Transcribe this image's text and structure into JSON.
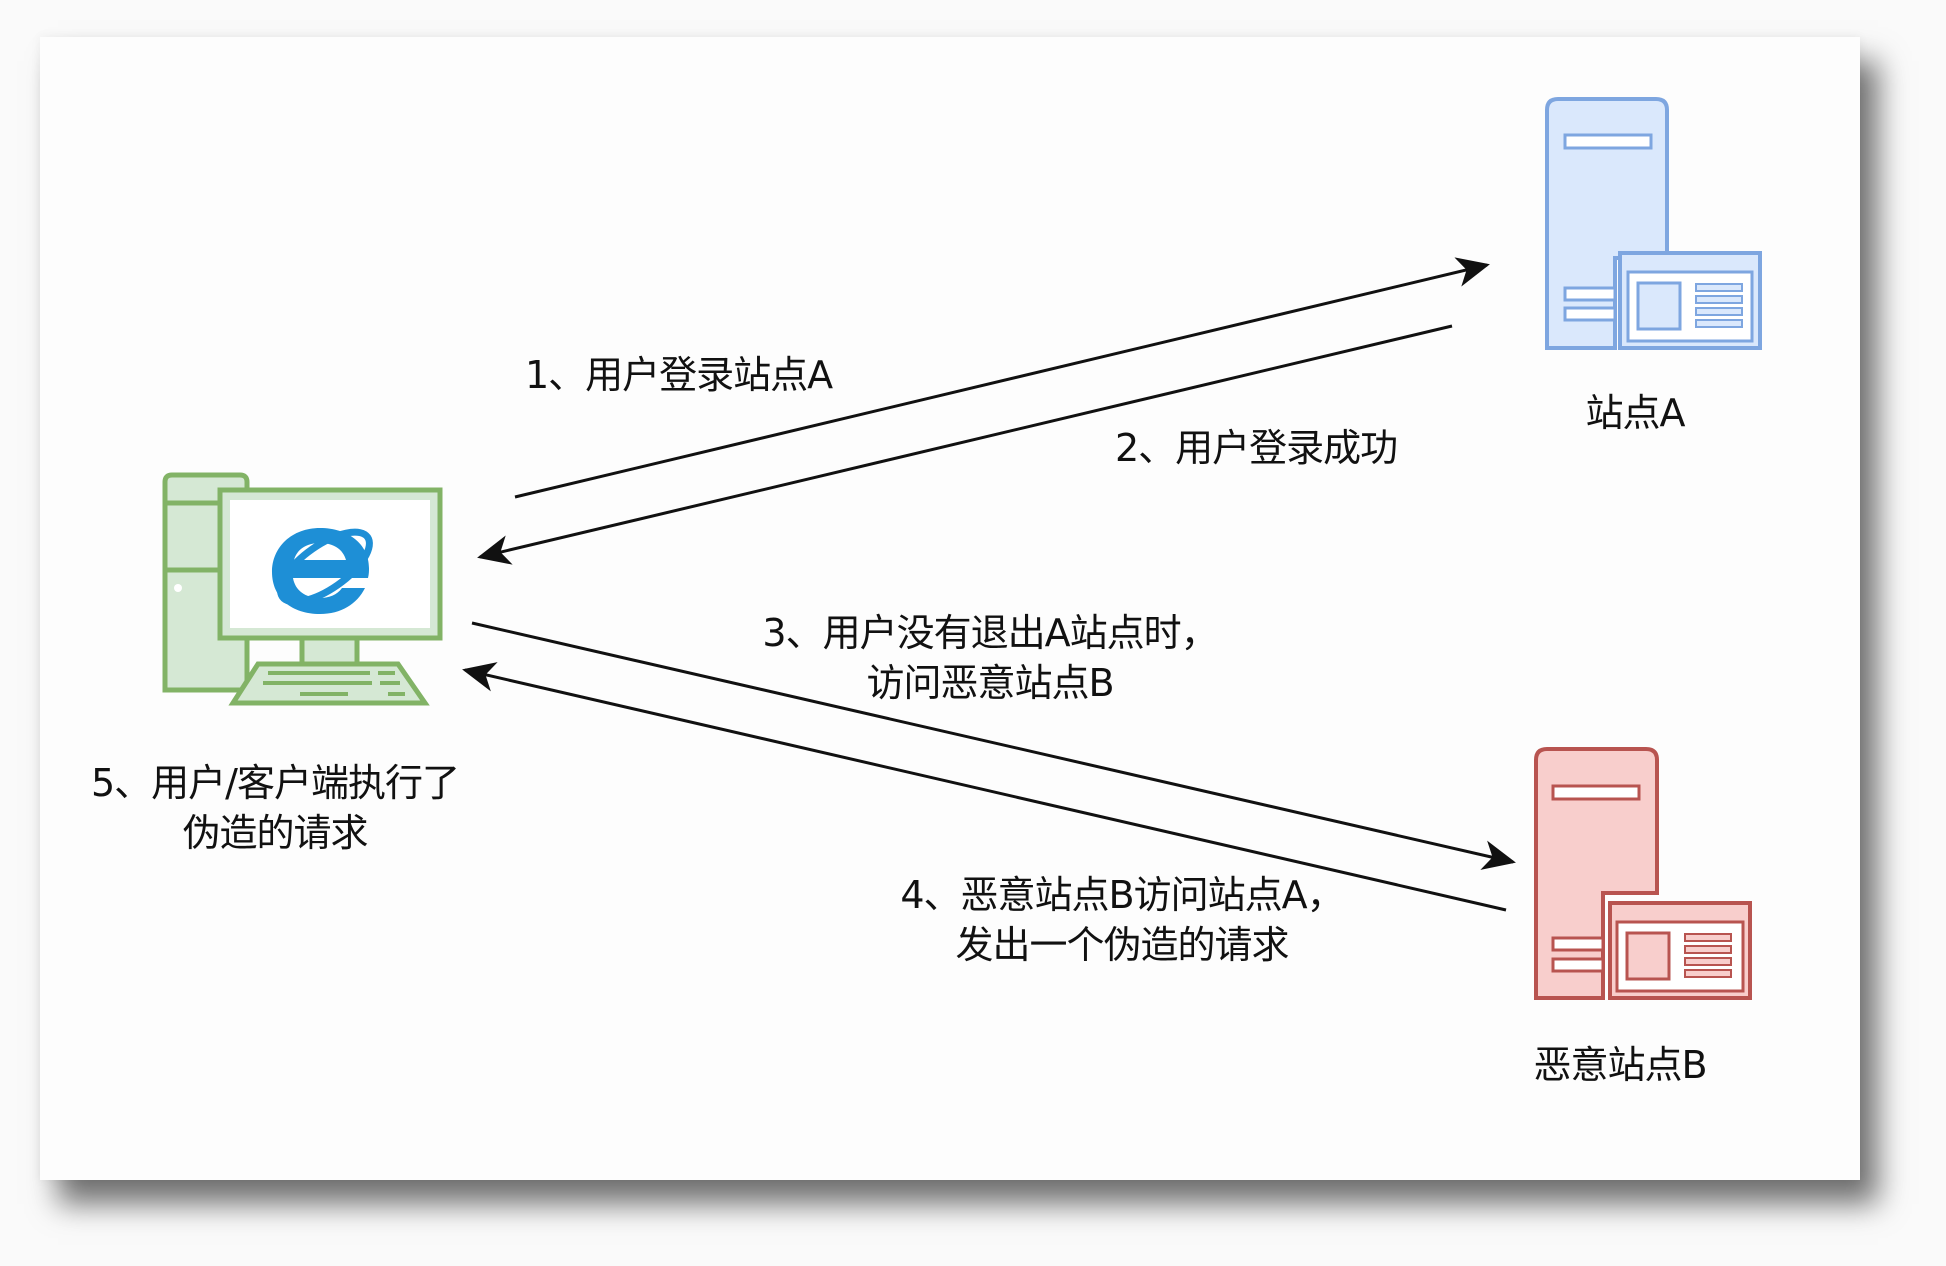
{
  "diagram": {
    "nodes": {
      "client": {
        "label_line1": "5、用户/客户端执行了",
        "label_line2": "伪造的请求",
        "icon": "computer-browser-icon",
        "color_stroke": "#82b366",
        "color_fill": "#d5e8d4",
        "browser_color": "#1e8fd6"
      },
      "site_a": {
        "label": "站点A",
        "icon": "web-server-icon",
        "color_stroke": "#7ea6e0",
        "color_fill": "#dae8fc"
      },
      "site_b": {
        "label": "恶意站点B",
        "icon": "web-server-icon",
        "color_stroke": "#b85450",
        "color_fill": "#f8cecc"
      }
    },
    "edges": [
      {
        "id": 1,
        "from": "client",
        "to": "site_a",
        "label_line1": "1、用户登录站点A",
        "label_line2": ""
      },
      {
        "id": 2,
        "from": "site_a",
        "to": "client",
        "label_line1": "2、用户登录成功",
        "label_line2": ""
      },
      {
        "id": 3,
        "from": "client",
        "to": "site_b",
        "label_line1": "3、用户没有退出A站点时，",
        "label_line2": "访问恶意站点B"
      },
      {
        "id": 4,
        "from": "site_b",
        "to": "client",
        "label_line1": "4、恶意站点B访问站点A，",
        "label_line2": "发出一个伪造的请求"
      }
    ],
    "edge_color": "#111111"
  }
}
